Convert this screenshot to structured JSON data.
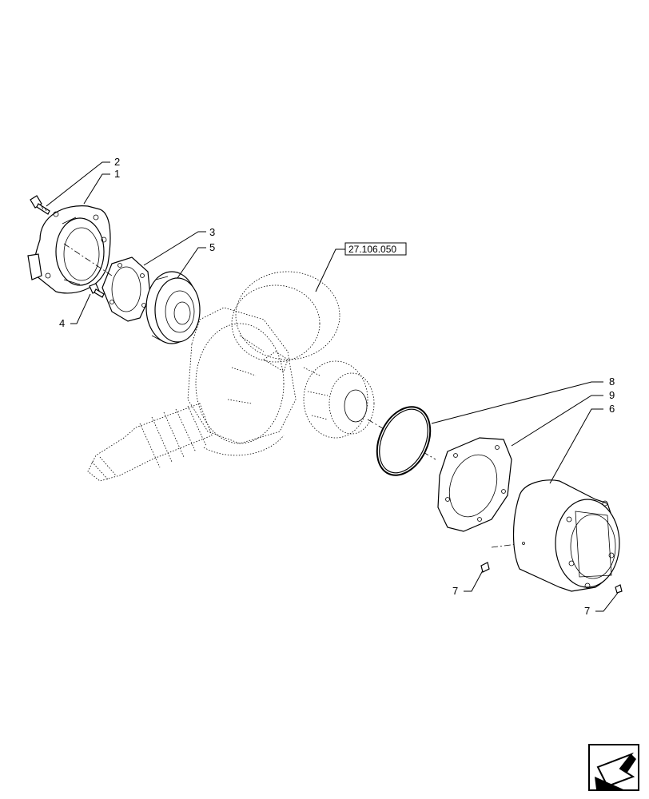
{
  "reference_label": "27.106.050",
  "callouts": {
    "c1": "1",
    "c2": "2",
    "c3": "3",
    "c4": "4",
    "c5": "5",
    "c6": "6",
    "c7a": "7",
    "c7b": "7",
    "c8": "8",
    "c9": "9"
  },
  "nav_icon": "next-page-arrow-icon"
}
